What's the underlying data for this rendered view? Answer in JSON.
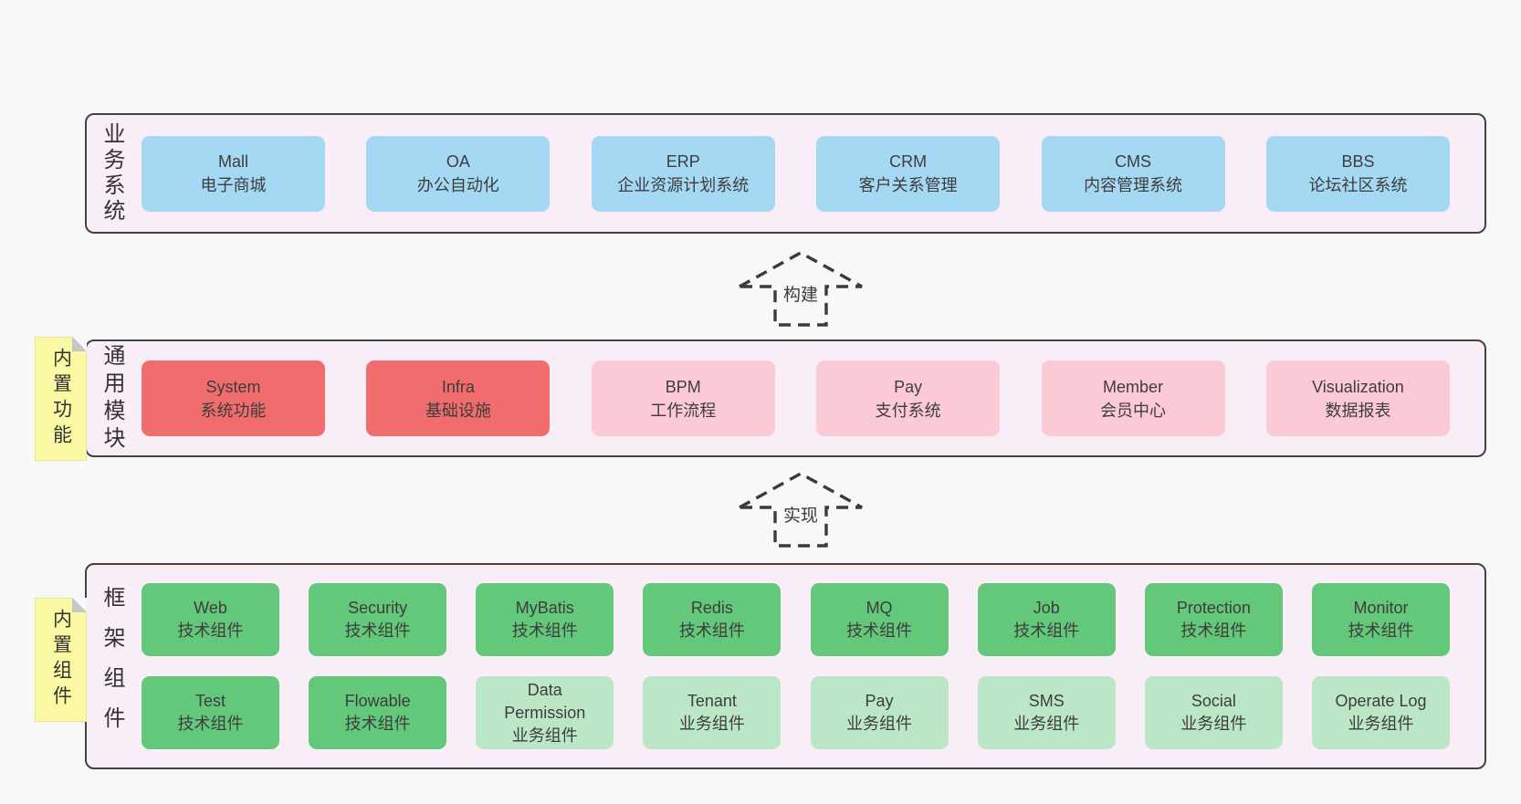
{
  "colors": {
    "page_bg": "#f8f8f8",
    "band_bg": "#f9eef7",
    "band_border": "#424242",
    "blue": "#a5d9f3",
    "red": "#f16c6c",
    "pink": "#fccad5",
    "green": "#64c87b",
    "light_green": "#bce7c6",
    "note_yellow": "#fbf9a3",
    "text": "#3d3d3d"
  },
  "bands": {
    "business": {
      "label": "业务系统",
      "boxes": [
        {
          "name": "Mall",
          "desc": "电子商城"
        },
        {
          "name": "OA",
          "desc": "办公自动化"
        },
        {
          "name": "ERP",
          "desc": "企业资源计划系统"
        },
        {
          "name": "CRM",
          "desc": "客户关系管理"
        },
        {
          "name": "CMS",
          "desc": "内容管理系统"
        },
        {
          "name": "BBS",
          "desc": "论坛社区系统"
        }
      ]
    },
    "modules": {
      "label": "通用模块",
      "note": "内置功能",
      "boxes": [
        {
          "name": "System",
          "desc": "系统功能"
        },
        {
          "name": "Infra",
          "desc": "基础设施"
        },
        {
          "name": "BPM",
          "desc": "工作流程"
        },
        {
          "name": "Pay",
          "desc": "支付系统"
        },
        {
          "name": "Member",
          "desc": "会员中心"
        },
        {
          "name": "Visualization",
          "desc": "数据报表"
        }
      ]
    },
    "framework": {
      "label": "框架组件",
      "note": "内置组件",
      "row1": [
        {
          "name": "Web",
          "desc": "技术组件"
        },
        {
          "name": "Security",
          "desc": "技术组件"
        },
        {
          "name": "MyBatis",
          "desc": "技术组件"
        },
        {
          "name": "Redis",
          "desc": "技术组件"
        },
        {
          "name": "MQ",
          "desc": "技术组件"
        },
        {
          "name": "Job",
          "desc": "技术组件"
        },
        {
          "name": "Protection",
          "desc": "技术组件"
        },
        {
          "name": "Monitor",
          "desc": "技术组件"
        }
      ],
      "row2": [
        {
          "name": "Test",
          "desc": "技术组件"
        },
        {
          "name": "Flowable",
          "desc": "技术组件"
        },
        {
          "name": "Data Permission",
          "desc": "业务组件"
        },
        {
          "name": "Tenant",
          "desc": "业务组件"
        },
        {
          "name": "Pay",
          "desc": "业务组件"
        },
        {
          "name": "SMS",
          "desc": "业务组件"
        },
        {
          "name": "Social",
          "desc": "业务组件"
        },
        {
          "name": "Operate Log",
          "desc": "业务组件"
        }
      ]
    }
  },
  "arrows": [
    {
      "label": "构建"
    },
    {
      "label": "实现"
    }
  ]
}
